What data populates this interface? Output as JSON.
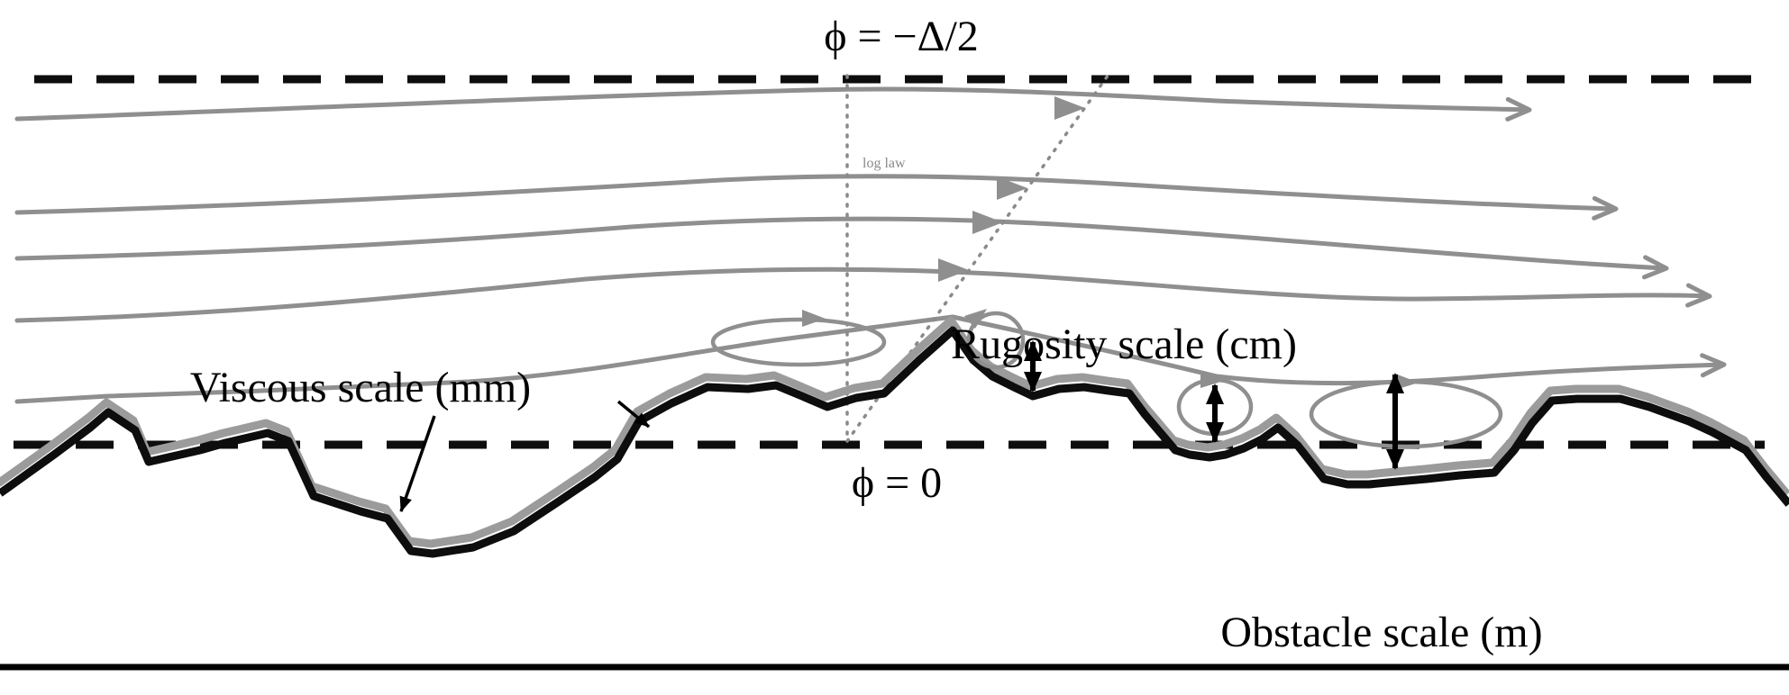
{
  "diagram": {
    "labels": {
      "phi_top": "ϕ = −Δ/2",
      "log_law": "log law",
      "phi_zero": "ϕ = 0",
      "viscous_scale": "Viscous scale (mm)",
      "rugosity_scale": "Rugosity scale (cm)",
      "obstacle_scale": "Obstacle scale (m)"
    },
    "colors": {
      "line_black": "#0d0d0d",
      "streamline_gray": "#8f8f8f",
      "terrain_gray": "#9b9b9b",
      "dotted_gray": "#8a8a8a",
      "background": "#ffffff"
    }
  }
}
